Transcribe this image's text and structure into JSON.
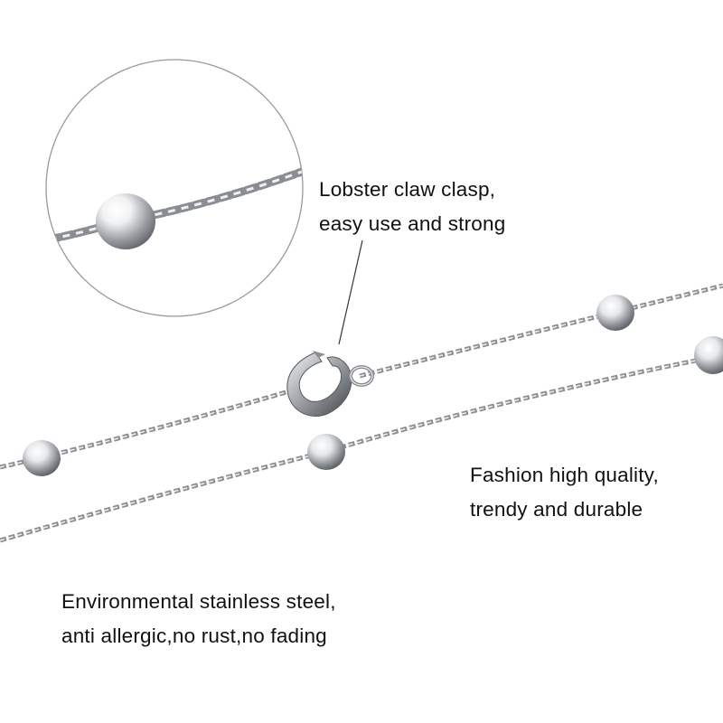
{
  "captions": {
    "clasp": {
      "line1": "Lobster claw clasp,",
      "line2": "easy use and strong"
    },
    "quality": {
      "line1": "Fashion high quality,",
      "line2": "trendy and durable"
    },
    "material": {
      "line1": "Environmental stainless steel,",
      "line2": "anti allergic,no rust,no fading"
    }
  },
  "colors": {
    "background": "#ffffff",
    "chain_metal": "#8a8d91",
    "chain_highlight": "#e9ebee",
    "circle_outline": "#9a9a9a",
    "text": "#111111"
  }
}
